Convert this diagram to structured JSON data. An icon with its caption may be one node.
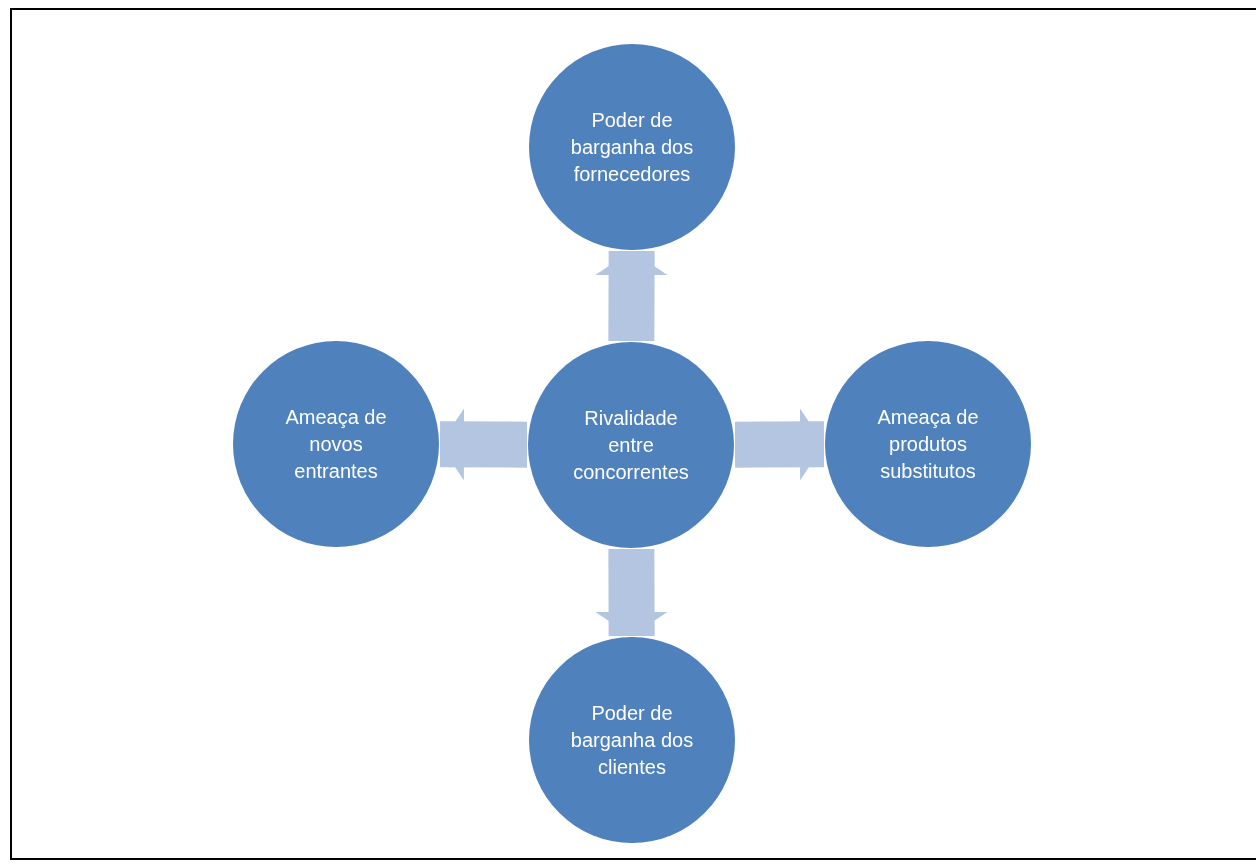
{
  "diagram": {
    "nodes": [
      {
        "text": [
          "Poder de barganha dos fornecedores"
        ]
      },
      {
        "text": [
          "Ameaça de novos entrantes"
        ]
      },
      {
        "text": [
          "Rivalidade entre concorrentes"
        ]
      },
      {
        "text": [
          "Ameaça de produtos substitutos"
        ]
      },
      {
        "text": [
          "Poder de barganha dos clientes"
        ]
      }
    ],
    "edges": [
      {
        "from": 2,
        "to": 0,
        "arrow": "to"
      },
      {
        "from": 2,
        "to": 1,
        "arrow": "to"
      },
      {
        "from": 2,
        "to": 3,
        "arrow": "to"
      },
      {
        "from": 2,
        "to": 4,
        "arrow": "to"
      }
    ]
  }
}
